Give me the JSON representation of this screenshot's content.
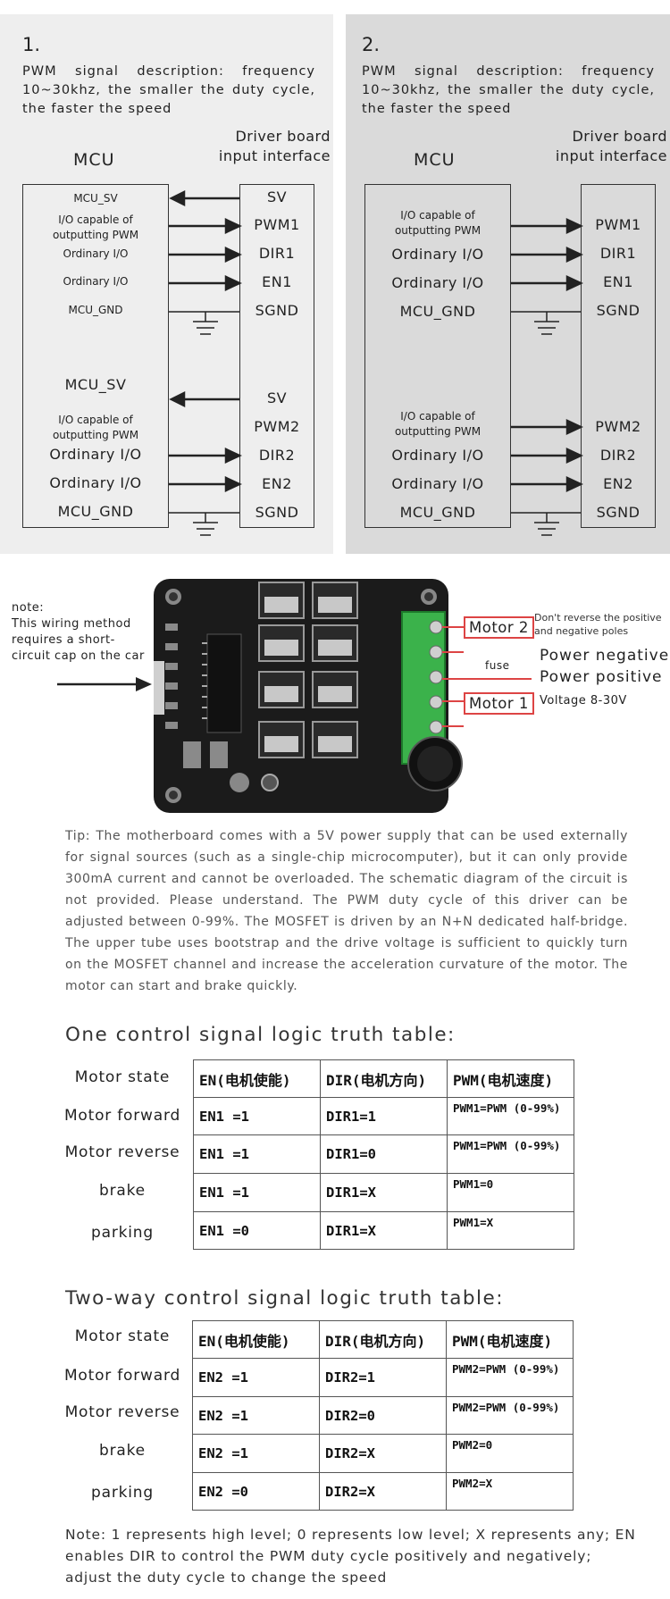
{
  "panel1": {
    "number": "1.",
    "description": "PWM signal description: frequency 10~30khz, the smaller the duty cycle, the faster the speed",
    "mcu_title": "MCU",
    "driver_title_line1": "Driver board",
    "driver_title_line2": "input interface",
    "mcu_labels": [
      "MCU_SV",
      "I/O capable of outputting PWM",
      "Ordinary I/O",
      "Ordinary I/O",
      "MCU_GND",
      "MCU_SV",
      "I/O capable of outputting PWM",
      "Ordinary I/O",
      "Ordinary I/O",
      "MCU_GND"
    ],
    "driver_signals": [
      "SV",
      "PWM1",
      "DIR1",
      "EN1",
      "SGND",
      "SV",
      "PWM2",
      "DIR2",
      "EN2",
      "SGND"
    ]
  },
  "panel2": {
    "number": "2.",
    "description": "PWM signal description: frequency 10~30khz, the smaller the duty cycle, the faster the speed",
    "mcu_title": "MCU",
    "driver_title_line1": "Driver board",
    "driver_title_line2": "input interface",
    "mcu_labels": [
      "I/O capable of outputting PWM",
      "Ordinary I/O",
      "Ordinary I/O",
      "MCU_GND",
      "I/O capable of outputting PWM",
      "Ordinary I/O",
      "Ordinary I/O",
      "MCU_GND"
    ],
    "driver_signals": [
      "PWM1",
      "DIR1",
      "EN1",
      "SGND",
      "PWM2",
      "DIR2",
      "EN2",
      "SGND"
    ]
  },
  "board": {
    "note": "note:\nThis wiring method requires a short-circuit cap on the car",
    "motor2": "Motor 2",
    "motor1": "Motor 1",
    "warning": "Don't reverse the positive and negative poles",
    "fuse": "fuse",
    "power_negative": "Power negative",
    "power_positive": "Power positive",
    "voltage": "Voltage 8-30V"
  },
  "tip": "Tip: The motherboard comes with a 5V power supply that can be used externally for signal sources (such as a single-chip microcomputer), but it can only provide 300mA current and cannot be overloaded. The schematic diagram of the circuit is not provided. Please understand. The PWM duty cycle of this driver can be adjusted between 0-99%. The MOSFET is driven by an N+N dedicated half-bridge. The upper tube uses bootstrap and the drive voltage is sufficient to quickly turn on the MOSFET channel and increase the acceleration curvature of the motor. The motor can start and brake quickly.",
  "table1": {
    "title": "One control signal logic truth table:",
    "state_header": "Motor state",
    "states": [
      "Motor forward",
      "Motor reverse",
      "brake",
      "parking"
    ],
    "headers": [
      "EN(电机使能)",
      "DIR(电机方向)",
      "PWM(电机速度)"
    ],
    "rows": [
      [
        "EN1 =1",
        "DIR1=1",
        "PWM1=PWM (0-99%)"
      ],
      [
        "EN1 =1",
        "DIR1=0",
        "PWM1=PWM (0-99%)"
      ],
      [
        "EN1 =1",
        "DIR1=X",
        "PWM1=0"
      ],
      [
        "EN1 =0",
        "DIR1=X",
        "PWM1=X"
      ]
    ]
  },
  "table2": {
    "title": "Two-way control signal logic truth table:",
    "state_header": "Motor state",
    "states": [
      "Motor forward",
      "Motor reverse",
      "brake",
      "parking"
    ],
    "headers": [
      "EN(电机使能)",
      "DIR(电机方向)",
      "PWM(电机速度)"
    ],
    "rows": [
      [
        "EN2 =1",
        "DIR2=1",
        "PWM2=PWM (0-99%)"
      ],
      [
        "EN2 =1",
        "DIR2=0",
        "PWM2=PWM (0-99%)"
      ],
      [
        "EN2 =1",
        "DIR2=X",
        "PWM2=0"
      ],
      [
        "EN2 =0",
        "DIR2=X",
        "PWM2=X"
      ]
    ]
  },
  "footer_note": "Note: 1 represents high level; 0 represents low level; X represents any; EN enables DIR to control the PWM duty cycle positively and negatively; adjust the duty cycle to change the speed"
}
